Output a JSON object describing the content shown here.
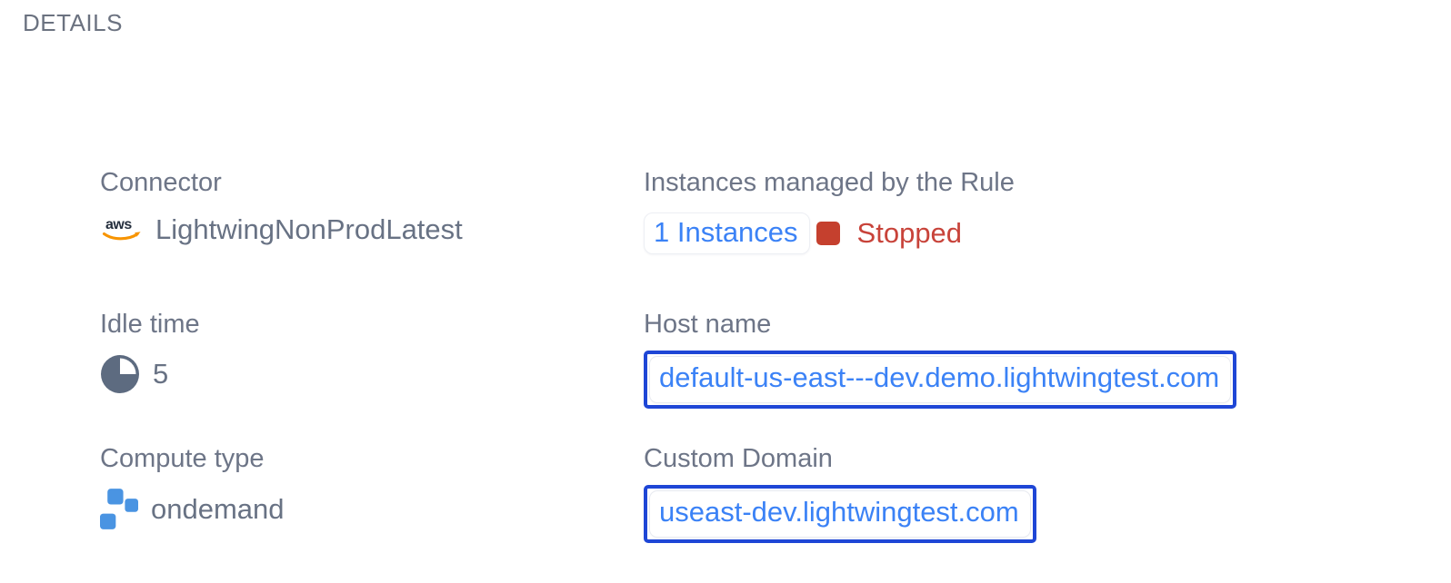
{
  "panel": {
    "title": "DETAILS"
  },
  "colors": {
    "label_gray": "#6d7587",
    "value_gray": "#687284",
    "link_blue": "#3b82f6",
    "highlight_border_blue": "#1e46d6",
    "status_red": "#c8433a",
    "status_square_red": "#c5402e",
    "idle_pie_slate": "#5d6b80",
    "compute_block_blue": "#4a94e2",
    "aws_text_dark": "#252f3e",
    "aws_smile_orange": "#f79400"
  },
  "fields": {
    "connector": {
      "label": "Connector",
      "icon": "aws-logo-icon",
      "value": "LightwingNonProdLatest"
    },
    "instances": {
      "label": "Instances managed by the Rule",
      "count": "1 Instances",
      "status_icon": "stopped-square-icon",
      "status": "Stopped"
    },
    "idle_time": {
      "label": "Idle time",
      "icon": "idle-pie-icon",
      "value": "5"
    },
    "host_name": {
      "label": "Host name",
      "value": "default-us-east---dev.demo.lightwingtest.com"
    },
    "compute_type": {
      "label": "Compute type",
      "icon": "compute-blocks-icon",
      "value": "ondemand"
    },
    "custom_domain": {
      "label": "Custom Domain",
      "value": "useast-dev.lightwingtest.com"
    }
  }
}
